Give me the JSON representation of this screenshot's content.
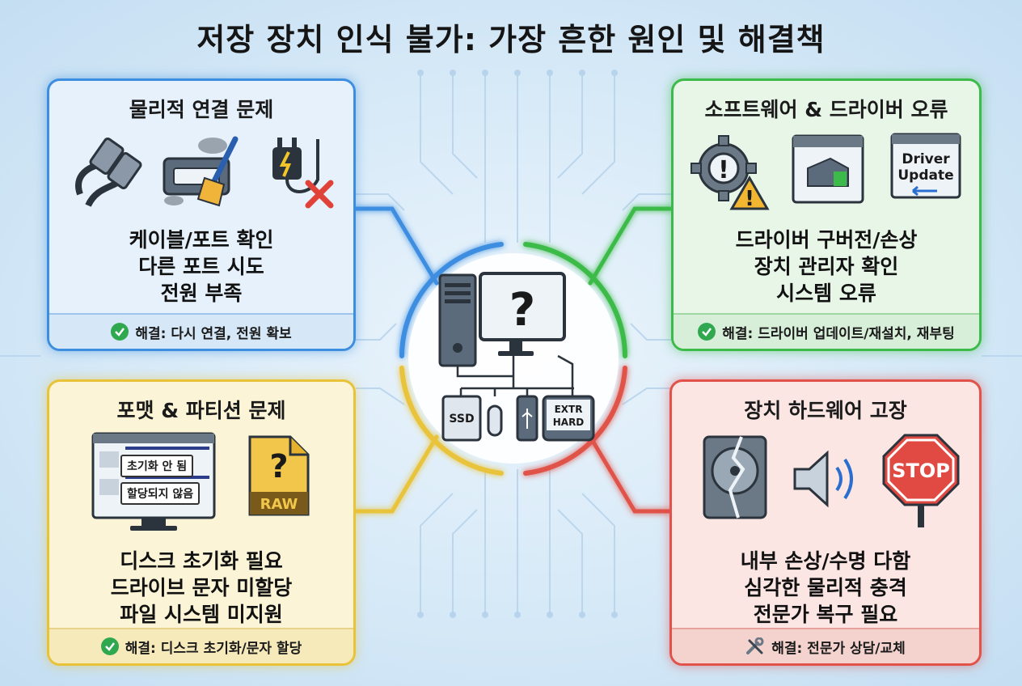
{
  "title": "저장 장치 인식 불가: 가장 흔한 원인 및 해결책",
  "colors": {
    "blue": "#3e8ee0",
    "green": "#3dbb4a",
    "yellow": "#e8c33a",
    "red": "#e0524a"
  },
  "center": {
    "question": "?",
    "ssd_label": "SSD",
    "ext_label_1": "EXTR",
    "ext_label_2": "HARD"
  },
  "physical": {
    "title": "물리적 연결 문제",
    "lines": [
      "케이블/포트 확인",
      "다른 포트 시도",
      "전원 부족"
    ],
    "solution": "해결: 다시 연결, 전원 확보",
    "icons": [
      "usb-cable-icon",
      "port-cleaning-icon",
      "power-adapter-icon"
    ]
  },
  "software": {
    "title": "소프트웨어 & 드라이버 오류",
    "lines": [
      "드라이버 구버전/손상",
      "장치 관리자 확인",
      "시스템 오류"
    ],
    "solution": "해결: 드라이버 업데이트/재설치, 재부팅",
    "driver_update_1": "Driver",
    "driver_update_2": "Update",
    "icons": [
      "gear-warning-icon",
      "device-manager-icon",
      "driver-update-icon"
    ]
  },
  "format": {
    "title": "포맷 & 파티션 문제",
    "lines": [
      "디스크 초기화 필요",
      "드라이브 문자 미할당",
      "파일 시스템 미지원"
    ],
    "solution": "해결: 디스크 초기화/문자 할당",
    "tag_uninitialized": "초기화 안 됨",
    "tag_unallocated": "할당되지 않음",
    "raw_label": "RAW",
    "icons": [
      "disk-management-icon",
      "raw-file-icon"
    ]
  },
  "hardware": {
    "title": "장치 하드웨어 고장",
    "lines": [
      "내부 손상/수명 다함",
      "심각한 물리적 충격",
      "전문가 복구 필요"
    ],
    "solution": "해결: 전문가 상담/교체",
    "stop_label": "STOP",
    "icons": [
      "broken-disk-icon",
      "speaker-sound-icon",
      "stop-sign-icon"
    ]
  }
}
